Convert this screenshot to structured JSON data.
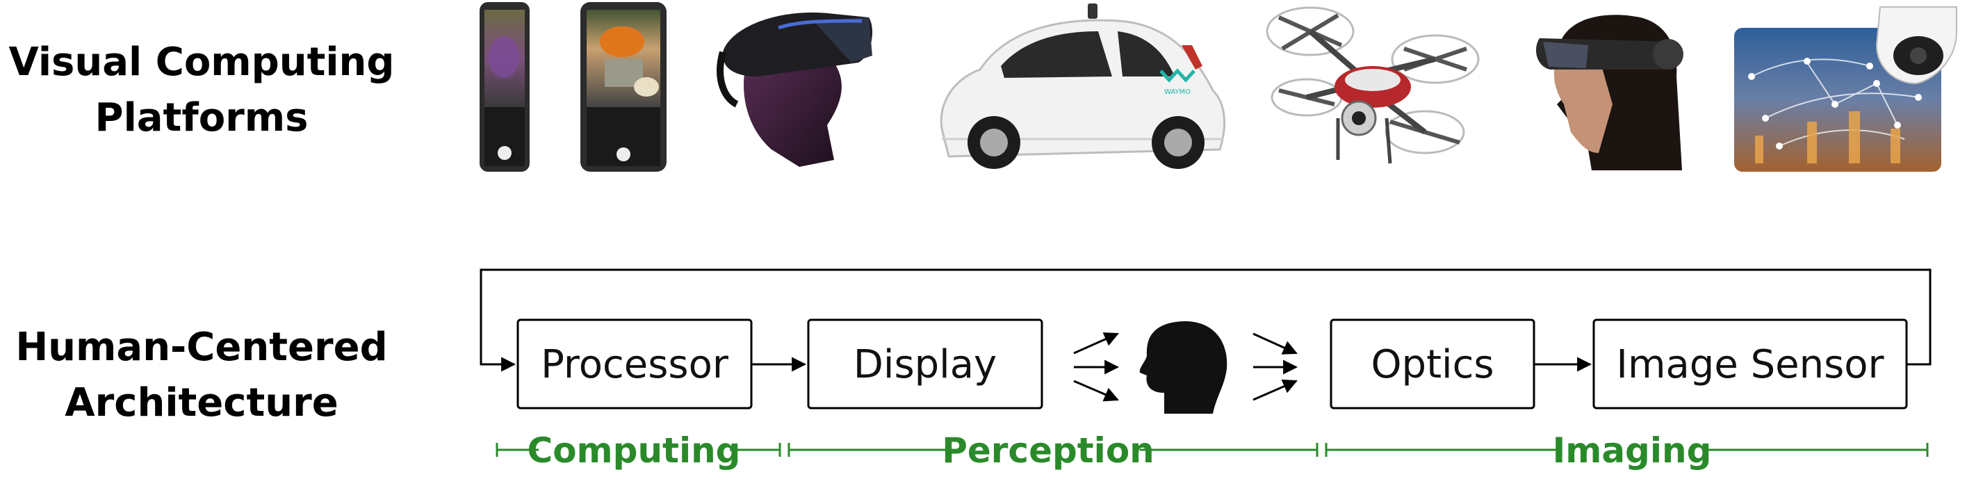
{
  "titles": {
    "platforms_line1": "Visual Computing",
    "platforms_line2": "Platforms",
    "arch_line1": "Human-Centered",
    "arch_line2": "Architecture"
  },
  "platform_images": [
    {
      "name": "smartphones",
      "icon": "smartphone-icon"
    },
    {
      "name": "vr-headset",
      "icon": "vr-headset-icon"
    },
    {
      "name": "autonomous-car",
      "icon": "car-icon",
      "logo_text": "WAYMO"
    },
    {
      "name": "drone",
      "icon": "drone-icon"
    },
    {
      "name": "ar-headset",
      "icon": "ar-headset-icon"
    },
    {
      "name": "smart-city-camera",
      "icon": "security-camera-icon"
    }
  ],
  "pipeline": {
    "boxes": [
      "Processor",
      "Display",
      "Optics",
      "Image Sensor"
    ],
    "human_icon": "human-head-icon"
  },
  "phases": {
    "computing": "Computing",
    "perception": "Perception",
    "imaging": "Imaging"
  },
  "colors": {
    "phase_green": "#2a8a2a",
    "line": "#000000"
  }
}
